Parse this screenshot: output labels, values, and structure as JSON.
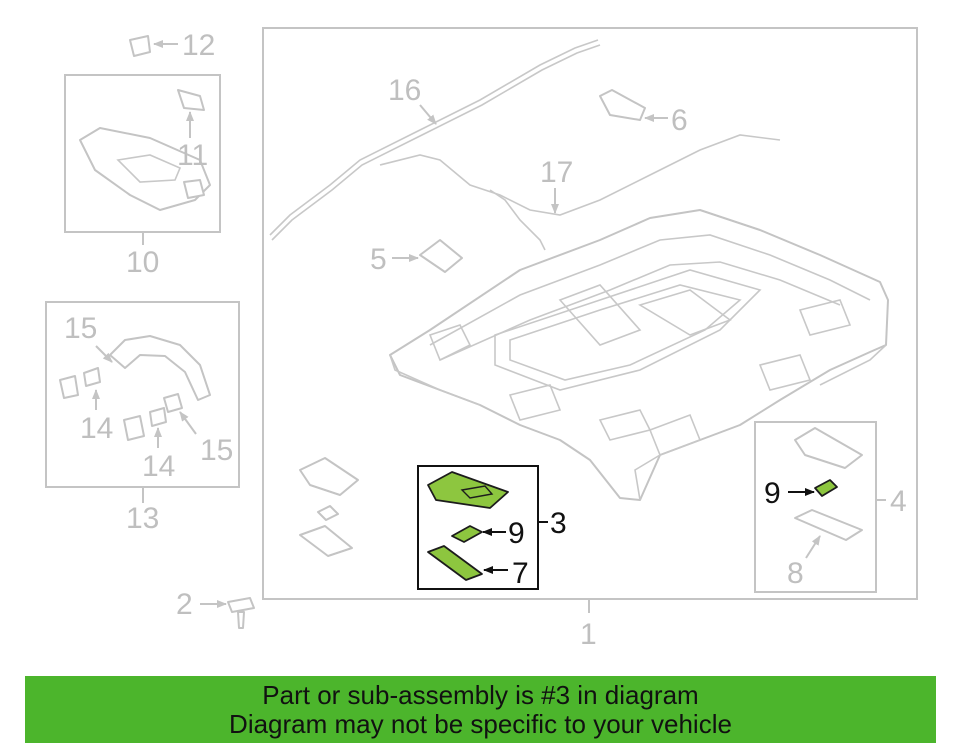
{
  "colors": {
    "banner_background": "#4cb52c",
    "highlight_part": "#8dc63f",
    "faded_part": "#c4c4c4",
    "active_label": "#111111"
  },
  "callouts": {
    "c1": "1",
    "c2": "2",
    "c3": "3",
    "c4": "4",
    "c5": "5",
    "c6": "6",
    "c7": "7",
    "c8": "8",
    "c9_main": "9",
    "c9_side": "9",
    "c10": "10",
    "c11": "11",
    "c12": "12",
    "c13": "13",
    "c14_a": "14",
    "c14_b": "14",
    "c15_a": "15",
    "c15_b": "15",
    "c16": "16",
    "c17": "17"
  },
  "banner": {
    "line1": "Part or sub-assembly is #3 in diagram",
    "line2": "Diagram may not be specific to your vehicle"
  }
}
